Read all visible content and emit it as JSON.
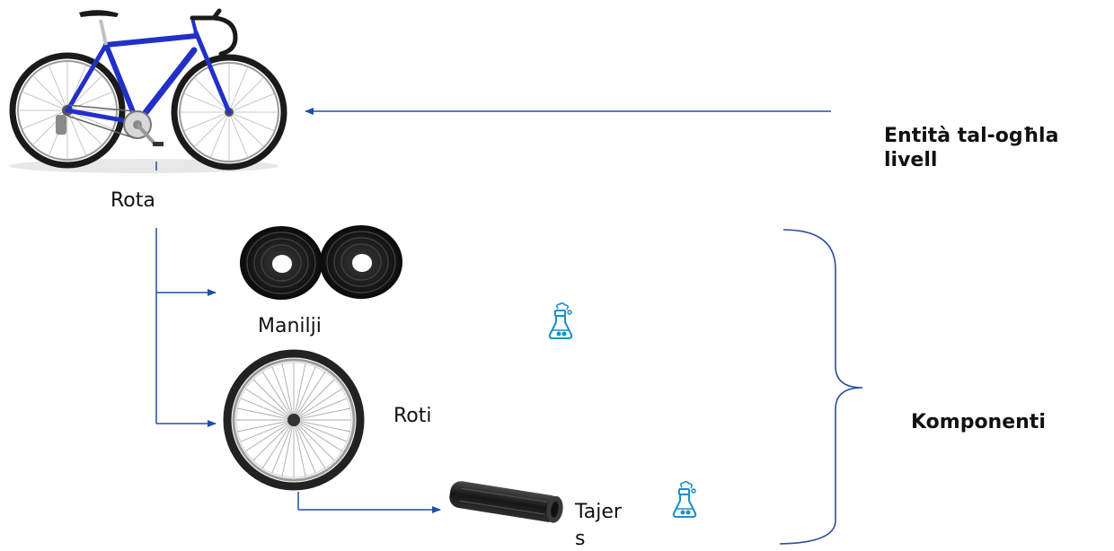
{
  "diagram": {
    "top_entity_label": "Entità tal-ogħla livell",
    "root_label": "Rota",
    "components_label": "Komponenti",
    "items": [
      {
        "label": "Manilji",
        "image": "handlebar-tape-rolls",
        "substance_icon": "flask-icon"
      },
      {
        "label": "Roti",
        "image": "bicycle-wheel"
      },
      {
        "label": "Tajers",
        "image": "bicycle-tyre",
        "substance_icon": "flask-icon"
      }
    ],
    "root_image": "road-bicycle",
    "colors": {
      "connector": "#1f4fa8",
      "frame": "#2230c8",
      "icon": "#1a8fc9",
      "brace": "#2a4f9a"
    }
  }
}
